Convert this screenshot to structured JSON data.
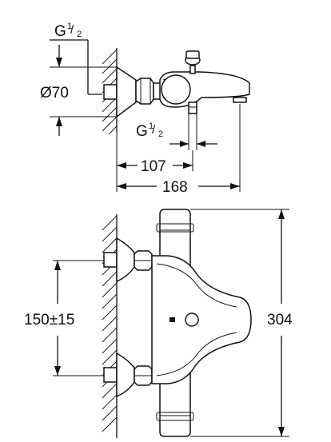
{
  "top_view": {
    "inlet_thread_label": {
      "base": "G",
      "sup": "1",
      "sub": "2"
    },
    "diameter_label": "Ø70",
    "outlet_thread_label": {
      "base": "G",
      "sup": "1",
      "sub": "2"
    },
    "depth_to_outlet": "107",
    "total_depth": "168"
  },
  "front_view": {
    "inlet_spacing": "150±15",
    "total_height": "304"
  }
}
